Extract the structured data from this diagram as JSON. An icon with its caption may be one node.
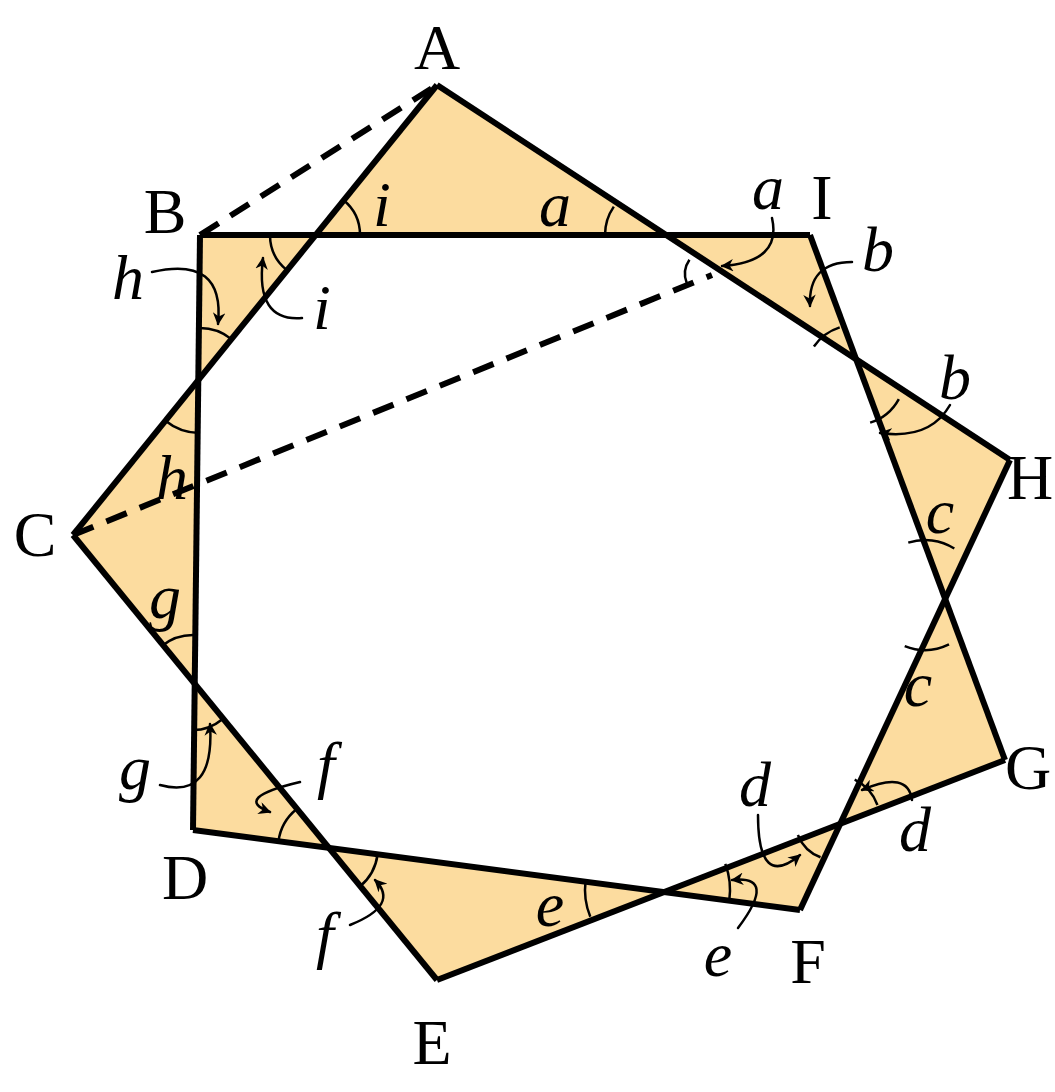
{
  "diagram": {
    "nodes": [
      {
        "text": [
          "A"
        ]
      },
      {
        "text": [
          "B"
        ]
      },
      {
        "text": [
          "C"
        ]
      },
      {
        "text": [
          "D"
        ]
      },
      {
        "text": [
          "E"
        ]
      },
      {
        "text": [
          "F"
        ]
      },
      {
        "text": [
          "G"
        ]
      },
      {
        "text": [
          "H"
        ]
      },
      {
        "text": [
          "I"
        ]
      },
      {
        "text": [
          "a"
        ]
      },
      {
        "text": [
          "b"
        ]
      },
      {
        "text": [
          "i"
        ]
      },
      {
        "text": [
          "h"
        ]
      },
      {
        "text": [
          "b"
        ]
      },
      {
        "text": [
          "d"
        ]
      },
      {
        "text": [
          "d"
        ]
      },
      {
        "text": [
          "e"
        ]
      },
      {
        "text": [
          "f"
        ]
      },
      {
        "text": [
          "f"
        ]
      },
      {
        "text": [
          "g"
        ]
      }
    ],
    "edges": [
      {
        "from": 0,
        "to": 7,
        "arrow": "none",
        "style": "thick"
      },
      {
        "from": 1,
        "to": 8,
        "arrow": "none",
        "style": "thick"
      },
      {
        "from": 2,
        "to": 0,
        "arrow": "none",
        "style": "thick"
      },
      {
        "from": 3,
        "to": 1,
        "arrow": "none",
        "style": "thick"
      },
      {
        "from": 4,
        "to": 2,
        "arrow": "none",
        "style": "thick"
      },
      {
        "from": 5,
        "to": 3,
        "arrow": "none",
        "style": "thick"
      },
      {
        "from": 6,
        "to": 4,
        "arrow": "none",
        "style": "thick"
      },
      {
        "from": 7,
        "to": 5,
        "arrow": "none",
        "style": "thick"
      },
      {
        "from": 8,
        "to": 6,
        "arrow": "none",
        "style": "thick"
      },
      {
        "from": 1,
        "to": 0,
        "arrow": "none",
        "style": "dashed"
      },
      {
        "from": 2,
        "to": null,
        "arrow": "none",
        "style": "dashed"
      },
      {
        "from": 9,
        "to": null,
        "arrow": "to"
      },
      {
        "from": 10,
        "to": null,
        "arrow": "to"
      },
      {
        "from": 11,
        "to": null,
        "arrow": "to"
      },
      {
        "from": 12,
        "to": null,
        "arrow": "to"
      },
      {
        "from": 13,
        "to": null,
        "arrow": "to"
      },
      {
        "from": 14,
        "to": null,
        "arrow": "to"
      },
      {
        "from": 15,
        "to": null,
        "arrow": "to"
      },
      {
        "from": 16,
        "to": null,
        "arrow": "to"
      },
      {
        "from": 17,
        "to": null,
        "arrow": "to"
      },
      {
        "from": 18,
        "to": null,
        "arrow": "to"
      },
      {
        "from": 19,
        "to": null,
        "arrow": "to"
      }
    ],
    "labels": [
      "i",
      "a",
      "h",
      "g",
      "c",
      "c",
      "e"
    ]
  }
}
